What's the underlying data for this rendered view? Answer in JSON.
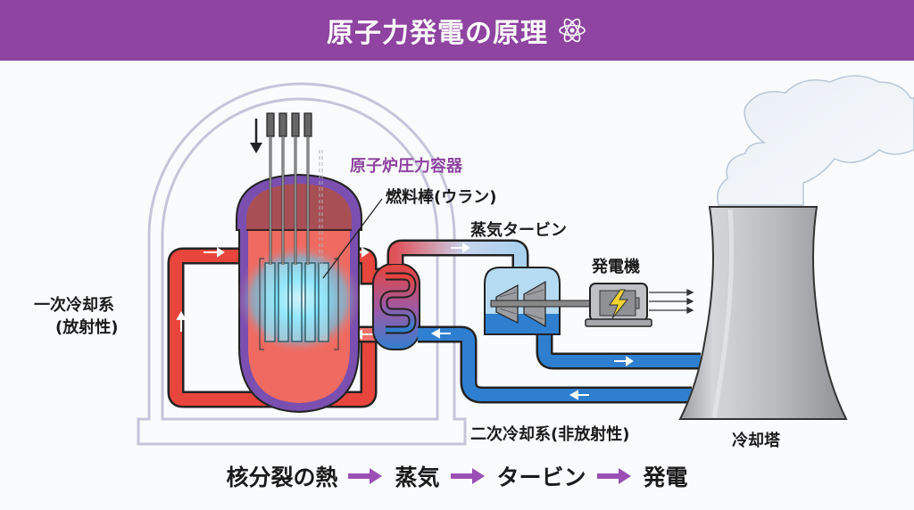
{
  "header": {
    "title": "原子力発電の原理",
    "icon": "atom-icon"
  },
  "labels": {
    "pressure_vessel": "原子炉圧力容器",
    "fuel_rods": "燃料棒(ウラン)",
    "steam_turbine": "蒸気タービン",
    "generator": "発電機",
    "primary_loop_line1": "一次冷却系",
    "primary_loop_line2": "(放射性)",
    "secondary_loop": "二次冷却系(非放射性)",
    "cooling_tower": "冷却塔"
  },
  "flow": {
    "steps": [
      "核分裂の熱",
      "蒸気",
      "タービン",
      "発電"
    ]
  },
  "colors": {
    "header_bg": "#8e44a0",
    "hot_loop": "#e8453c",
    "cold_loop": "#2f7fd0",
    "vessel_border": "#7a4fb0",
    "arrow_purple": "#9b4fb5",
    "accent_label": "#8e44a0"
  }
}
